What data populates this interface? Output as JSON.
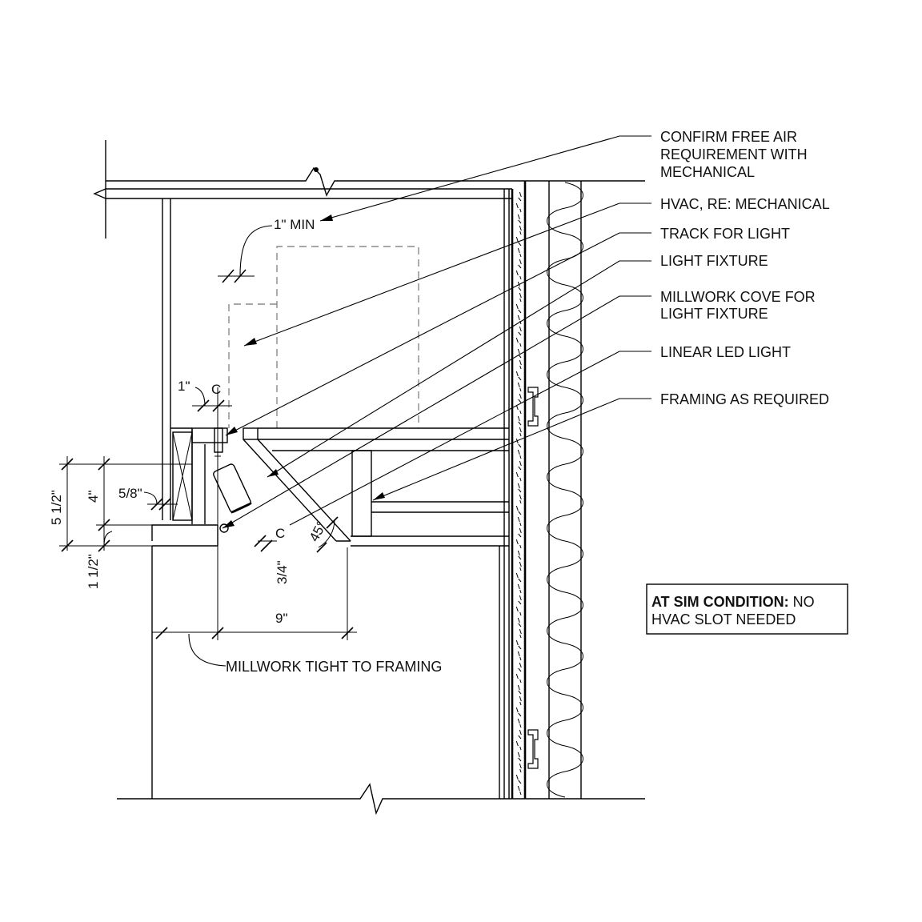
{
  "callouts": {
    "free_air_line1": "CONFIRM FREE AIR",
    "free_air_line2": "REQUIREMENT WITH",
    "free_air_line3": "MECHANICAL",
    "hvac": "HVAC, RE: MECHANICAL",
    "track": "TRACK FOR LIGHT",
    "fixture": "LIGHT FIXTURE",
    "cove_line1": "MILLWORK COVE FOR",
    "cove_line2": "LIGHT FIXTURE",
    "led": "LINEAR LED LIGHT",
    "framing": "FRAMING AS REQUIRED",
    "millwork_tight": "MILLWORK TIGHT TO FRAMING"
  },
  "dimensions": {
    "one_min": "1\" MIN",
    "one_inch": "1\"",
    "five_eighths": "5/8\"",
    "five_half": "5 1/2\"",
    "four": "4\"",
    "one_half": "1 1/2\"",
    "three_quarter": "3/4\"",
    "forty_five": "45°",
    "nine": "9\""
  },
  "note": {
    "bold_part": "AT SIM CONDITION:",
    "rest_line1": " NO",
    "line2": "HVAC SLOT NEEDED"
  }
}
